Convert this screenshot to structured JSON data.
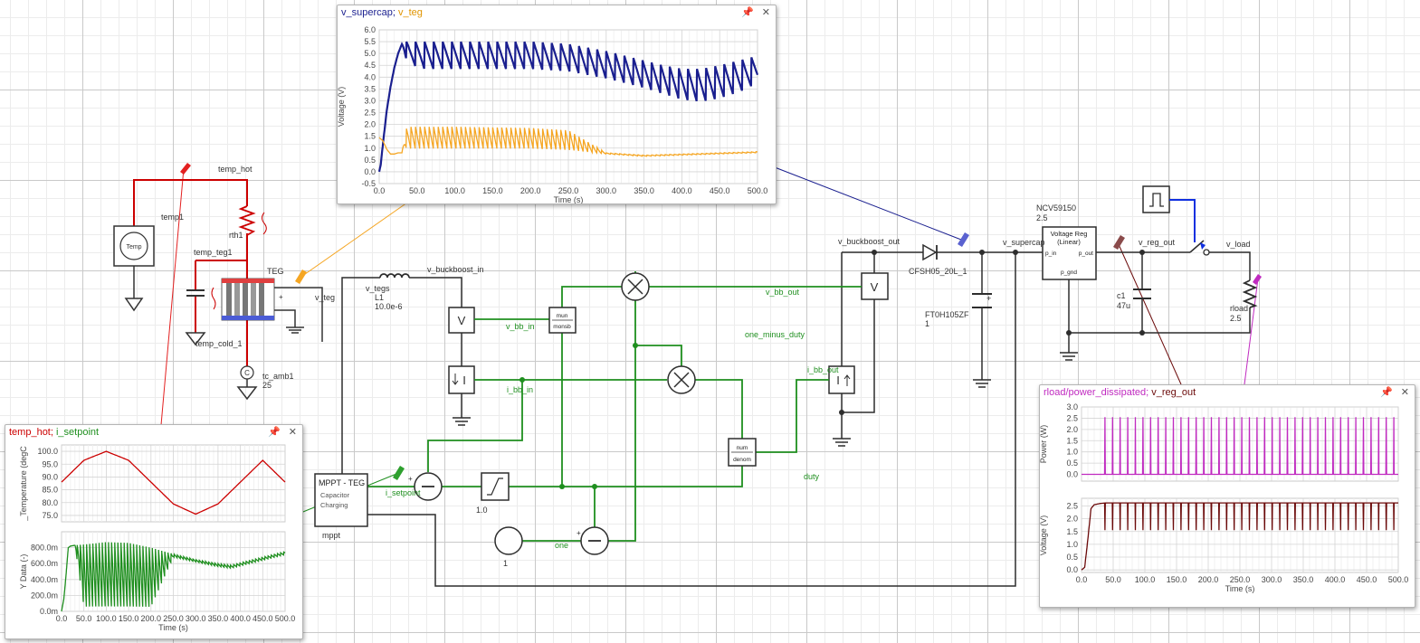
{
  "colors": {
    "red": "#cc0000",
    "green": "#1f8f1f",
    "navy": "#1a1f8f",
    "orange": "#f5a623",
    "magenta": "#c02ac0",
    "maroon": "#6b0a0a",
    "blue": "#1030e0",
    "wire": "#2d2d2d"
  },
  "schematic": {
    "labels": {
      "temp_hot": "temp_hot",
      "temp1": "temp1",
      "rth1": "rth1",
      "temp_teg1": "temp_teg1",
      "teg": "TEG",
      "temp_cold_1": "temp_cold_1",
      "tc_amb1": "tc_amb1",
      "tc_amb1_value": "25",
      "v_teg": "v_teg",
      "v_tegs": "v_tegs",
      "l1": "L1",
      "l1_value": "10.0e-6",
      "v_buckboost_in": "v_buckboost_in",
      "v_bb_in": "v_bb_in",
      "i_bb_in": "i_bb_in",
      "v_bb_out": "v_bb_out",
      "one_minus_duty": "one_minus_duty",
      "i_bb_out": "i_bb_out",
      "duty": "duty",
      "v_buckboost_out": "v_buckboost_out",
      "diode": "CFSH05_20L_1",
      "cap_name": "FT0H105ZF",
      "cap_value": "1",
      "v_supercap": "v_supercap",
      "reg_part": "NCV59150",
      "reg_part_value": "2.5",
      "reg_title1": "Voltage Reg",
      "reg_title2": "(Linear)",
      "reg_p_in": "p_in",
      "reg_p_out": "p_out",
      "reg_p_gnd": "p_gnd",
      "v_reg_out": "v_reg_out",
      "v_load": "v_load",
      "c1": "c1",
      "c1_value": "47u",
      "rload": "rload",
      "rload_value": "2.5",
      "mppt_title": "MPPT - TEG",
      "mppt_sub1": "Capacitor",
      "mppt_sub2": "Charging",
      "mppt": "mppt",
      "i_setpoint": "i_setpoint",
      "limiter_value": "1.0",
      "one": "one",
      "const_value": "1",
      "div1_num": "mun",
      "div1_den": "monsb",
      "div2_num": "num",
      "div2_den": "denom",
      "temp_source": "Temp",
      "current_symbol": "I",
      "voltage_symbol": "V",
      "plus": "+",
      "minus": "−"
    }
  },
  "windows": {
    "supercap": {
      "title_1": "v_supercap;",
      "title_2": "v_teg"
    },
    "temp": {
      "title_1": "temp_hot;",
      "title_2": "i_setpoint"
    },
    "rload": {
      "title_1": "rload/power_dissipated;",
      "title_2": "v_reg_out"
    }
  },
  "chart_data": [
    {
      "type": "line",
      "title": "",
      "xlabel": "Time (s)",
      "ylabel": "Voltage (V)",
      "xlim": [
        0,
        500
      ],
      "ylim": [
        -0.5,
        6.0
      ],
      "xticks": [
        "0.0",
        "50.0",
        "100.0",
        "150.0",
        "200.0",
        "250.0",
        "300.0",
        "350.0",
        "400.0",
        "450.0",
        "500.0"
      ],
      "yticks": [
        "-0.5",
        "0.0",
        "0.5",
        "1.0",
        "1.5",
        "2.0",
        "2.5",
        "3.0",
        "3.5",
        "4.0",
        "4.5",
        "5.0",
        "5.5",
        "6.0"
      ],
      "grid": true,
      "series": [
        {
          "name": "v_supercap",
          "color": "#1a1f8f",
          "x": [
            0,
            2,
            5,
            10,
            15,
            20,
            25,
            30,
            35,
            40,
            60,
            100,
            150,
            200,
            250,
            300,
            350,
            375,
            400,
            425,
            450,
            475,
            500
          ],
          "upper": [
            0,
            0.3,
            1.2,
            2.6,
            3.6,
            4.4,
            5.0,
            5.4,
            5.5,
            5.5,
            5.5,
            5.5,
            5.5,
            5.5,
            5.4,
            5.1,
            4.7,
            4.5,
            4.35,
            4.35,
            4.5,
            4.7,
            4.9
          ],
          "lower": [
            0,
            0.3,
            1.2,
            2.6,
            3.6,
            4.4,
            5.0,
            5.4,
            4.8,
            4.5,
            4.3,
            4.3,
            4.3,
            4.3,
            4.2,
            3.9,
            3.5,
            3.25,
            3.0,
            2.9,
            3.05,
            3.3,
            3.7
          ],
          "period": 12
        },
        {
          "name": "v_teg",
          "color": "#f5a623",
          "x": [
            0,
            5,
            10,
            15,
            20,
            25,
            30,
            35,
            40,
            100,
            200,
            250,
            300,
            350,
            400,
            450,
            500
          ],
          "upper": [
            1.45,
            1.3,
            0.95,
            0.75,
            0.75,
            0.8,
            0.8,
            1.8,
            1.9,
            1.9,
            1.85,
            1.75,
            0.8,
            0.7,
            0.75,
            0.8,
            0.85
          ],
          "lower": [
            1.45,
            1.3,
            0.95,
            0.75,
            0.75,
            0.8,
            0.8,
            0.95,
            0.9,
            0.9,
            0.9,
            0.85,
            0.75,
            0.65,
            0.7,
            0.75,
            0.8
          ],
          "period": 6
        }
      ]
    },
    {
      "type": "line",
      "title": "",
      "xlabel": "",
      "ylabel": "_Temperature (degC",
      "xlim": [
        0,
        500
      ],
      "ylim": [
        72.5,
        102.5
      ],
      "yticks": [
        "75.0",
        "80.0",
        "85.0",
        "90.0",
        "95.0",
        "100.0"
      ],
      "grid": true,
      "series": [
        {
          "name": "temp_hot",
          "color": "#cc0000",
          "x": [
            0,
            50,
            100,
            150,
            200,
            250,
            300,
            350,
            400,
            450,
            500
          ],
          "y": [
            88.0,
            96.5,
            100.0,
            96.5,
            88.0,
            79.5,
            75.5,
            79.5,
            88.0,
            96.5,
            88.0
          ]
        }
      ]
    },
    {
      "type": "line",
      "title": "",
      "xlabel": "Time (s)",
      "ylabel": "Y Data (-)",
      "xlim": [
        0,
        500
      ],
      "ylim": [
        0,
        1000
      ],
      "xticks": [
        "0.0",
        "50.0",
        "100.0",
        "150.0",
        "200.0",
        "250.0",
        "300.0",
        "350.0",
        "400.0",
        "450.0",
        "500.0"
      ],
      "yticks": [
        "0.0m",
        "200.0m",
        "400.0m",
        "600.0m",
        "800.0m"
      ],
      "grid": true,
      "series": [
        {
          "name": "i_setpoint",
          "color": "#1f8f1f",
          "x": [
            0,
            5,
            10,
            15,
            20,
            30,
            50,
            100,
            150,
            200,
            250,
            300,
            350,
            380,
            400,
            450,
            500
          ],
          "upper": [
            0,
            150,
            450,
            800,
            820,
            830,
            840,
            870,
            860,
            800,
            720,
            650,
            600,
            580,
            610,
            680,
            750
          ],
          "lower": [
            0,
            150,
            450,
            800,
            820,
            830,
            0,
            0,
            0,
            0,
            680,
            620,
            560,
            540,
            570,
            640,
            710
          ],
          "period": 7
        }
      ]
    },
    {
      "type": "line",
      "title": "",
      "xlabel": "",
      "ylabel": "Power (W)",
      "xlim": [
        0,
        500
      ],
      "ylim": [
        -0.3,
        3.0
      ],
      "yticks": [
        "0.0",
        "0.5",
        "1.0",
        "1.5",
        "2.0",
        "2.5",
        "3.0"
      ],
      "grid": true,
      "series": [
        {
          "name": "rload/power_dissipated",
          "color": "#c02ac0",
          "baseline": 0.0,
          "spike_start": 37,
          "spike_period": 12,
          "spike_value": 2.55
        }
      ]
    },
    {
      "type": "line",
      "title": "",
      "xlabel": "Time (s)",
      "ylabel": "Voltage (V)",
      "xlim": [
        0,
        500
      ],
      "ylim": [
        -0.1,
        2.8
      ],
      "xticks": [
        "0.0",
        "50.0",
        "100.0",
        "150.0",
        "200.0",
        "250.0",
        "300.0",
        "350.0",
        "400.0",
        "450.0",
        "500.0"
      ],
      "yticks": [
        "0.0",
        "0.5",
        "1.0",
        "1.5",
        "2.0",
        "2.5"
      ],
      "grid": true,
      "series": [
        {
          "name": "v_reg_out",
          "color": "#6b0a0a",
          "x": [
            0,
            5,
            10,
            15,
            20,
            30,
            40,
            500
          ],
          "y": [
            0,
            0.1,
            1.2,
            2.4,
            2.55,
            2.6,
            2.62,
            2.62
          ],
          "dip_start": 37,
          "dip_period": 12,
          "dip_value": 1.55
        }
      ]
    }
  ]
}
